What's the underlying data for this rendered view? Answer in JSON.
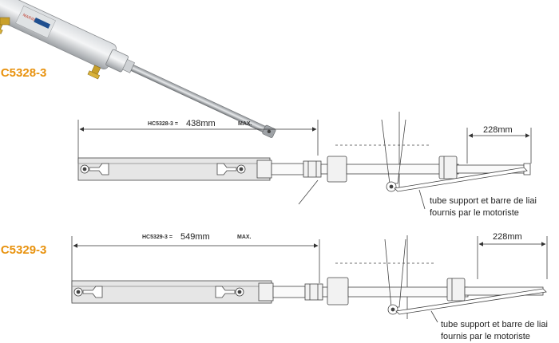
{
  "colors": {
    "model_label": "#e8920e",
    "line": "#444444",
    "cylinder_fill": "#e6e6e6",
    "photo_body": "#b9bcbf",
    "photo_fitting": "#c9a02a"
  },
  "photo": {
    "brand_text": "MARINE"
  },
  "section1": {
    "model": "HC5328-3",
    "dim_model_prefix": "HC5328-3 =",
    "dim_value": "438mm",
    "dim_max": "MAX.",
    "stroke_value": "228mm",
    "note_line1": "tube support et barre de liai",
    "note_line2": "fournis par le motoriste"
  },
  "section2": {
    "model": "HC5329-3",
    "dim_model_prefix": "HC5329-3 =",
    "dim_value": "549mm",
    "dim_max": "MAX.",
    "stroke_value": "228mm",
    "note_line1": "tube support et barre de liai",
    "note_line2": "fournis par le motoriste"
  }
}
